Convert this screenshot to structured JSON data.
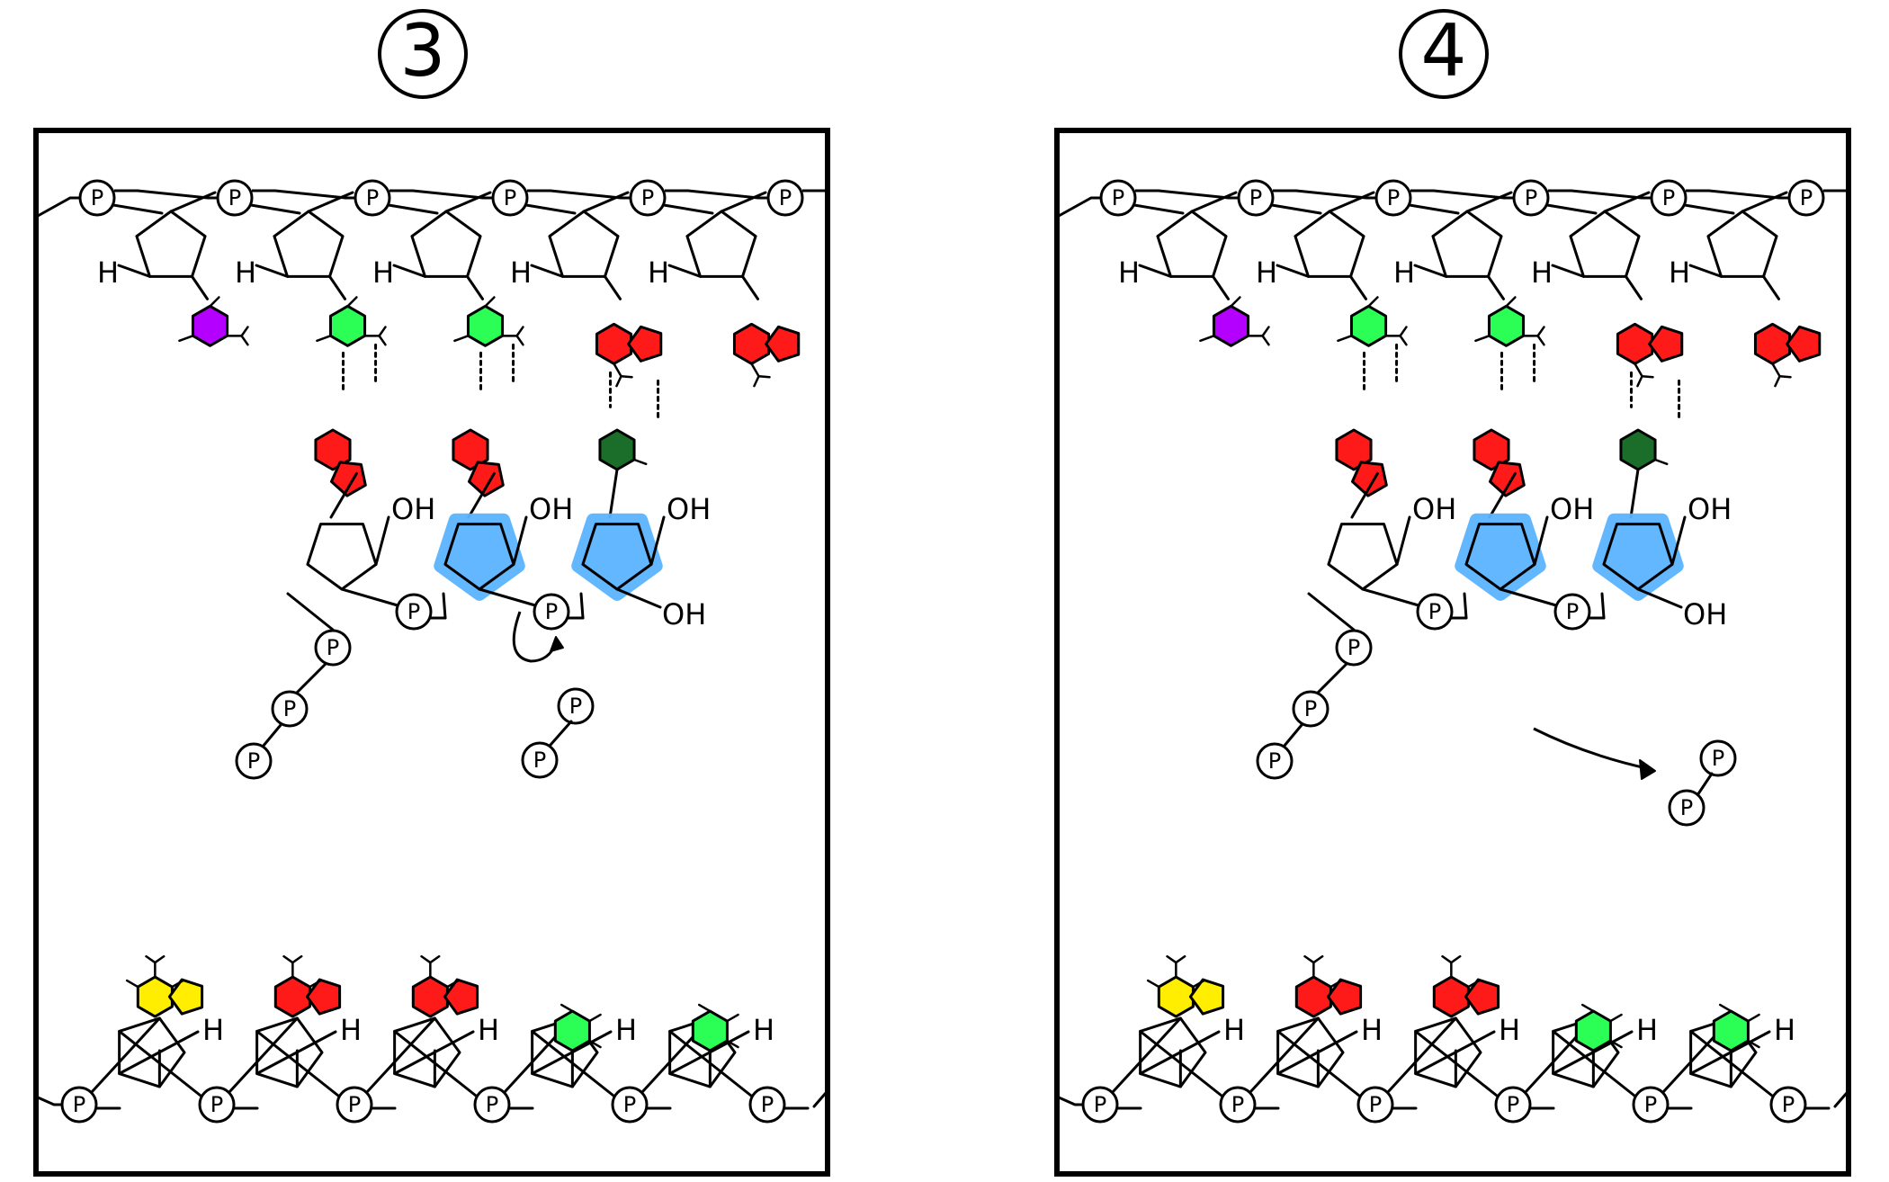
{
  "panels": [
    {
      "step": "3"
    },
    {
      "step": "4"
    }
  ],
  "labels": {
    "hydrogen": "H",
    "hydroxyl": "OH",
    "phosphate": "P"
  },
  "colors": {
    "purple_base": "#b400ff",
    "light_green_base": "#2bff55",
    "red_base": "#ff1a1a",
    "dark_green_base": "#1a6e2a",
    "yellow_base": "#ffee00",
    "new_sugar_highlight": "#5ab4ff"
  }
}
